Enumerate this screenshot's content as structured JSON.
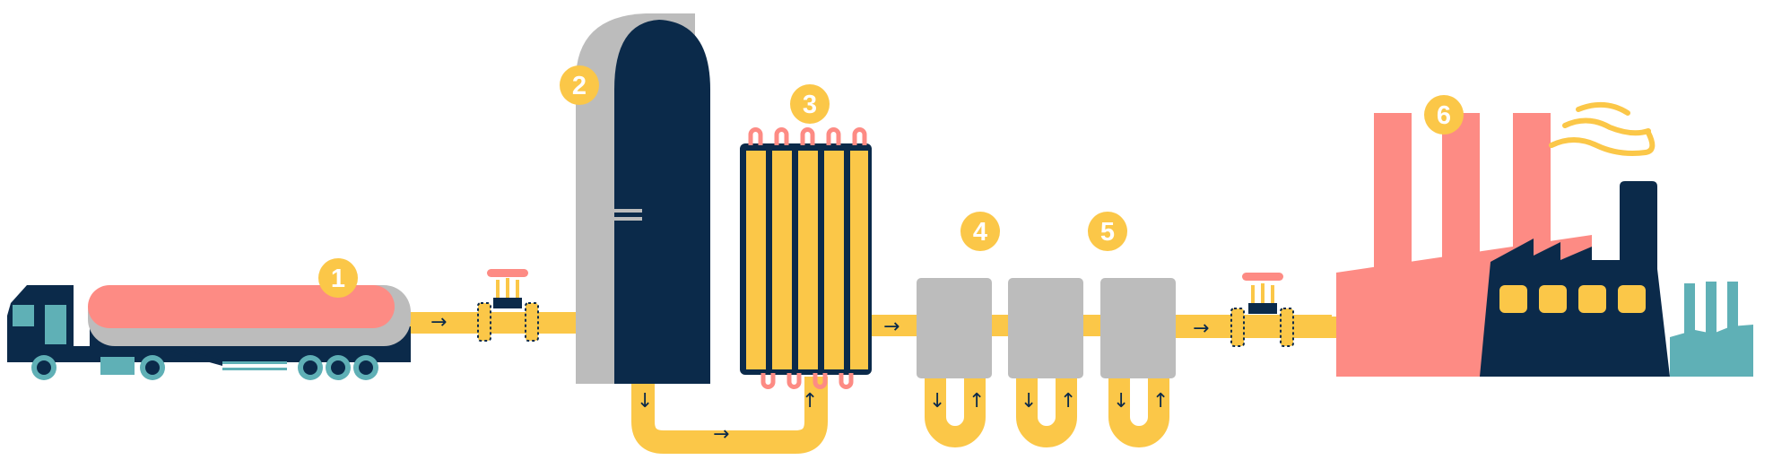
{
  "colors": {
    "navy": "#0b2a4a",
    "yellow": "#fbc748",
    "salmon": "#fd8b84",
    "gray": "#bcbcbc",
    "teal": "#5fb0b6",
    "white": "#ffffff"
  },
  "steps": [
    {
      "number": "1",
      "element": "tanker-truck"
    },
    {
      "number": "2",
      "element": "separator-column"
    },
    {
      "number": "3",
      "element": "heat-exchanger"
    },
    {
      "number": "4",
      "element": "cooling-unit-a"
    },
    {
      "number": "5",
      "element": "cooling-unit-b"
    },
    {
      "number": "6",
      "element": "factory"
    }
  ],
  "arrows": {
    "right": "→",
    "down": "↓",
    "up": "↑"
  },
  "icons": [
    "valve-icon",
    "flame-smoke-icon"
  ]
}
